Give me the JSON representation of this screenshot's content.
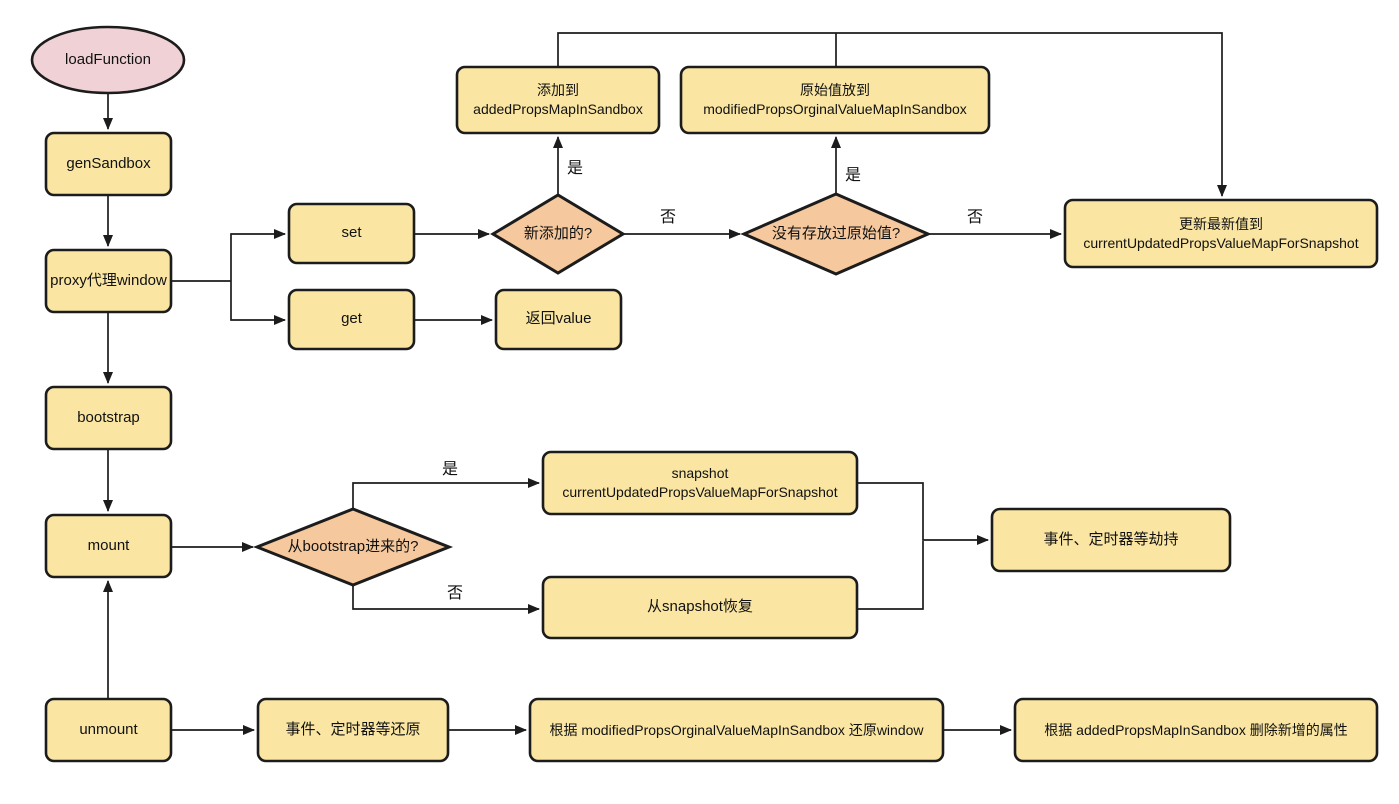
{
  "colors": {
    "background": "#FFFFFF",
    "process_fill": "#FAE6A2",
    "decision_fill": "#F5C89D",
    "terminal_fill": "#F0D2D6",
    "line": "#1C1C1C"
  },
  "nodes": {
    "load_function": "loadFunction",
    "gen_sandbox": "genSandbox",
    "proxy_window": "proxy代理window",
    "set": "set",
    "get": "get",
    "return_value": "返回value",
    "add_to_added_props": "添加到\naddedPropsMapInSandbox",
    "save_original_value": "原始值放到\nmodifiedPropsOrginalValueMapInSandbox",
    "update_latest_value": "更新最新值到\ncurrentUpdatedPropsValueMapForSnapshot",
    "is_newly_added": "新添加的?",
    "original_not_stored": "没有存放过原始值?",
    "bootstrap": "bootstrap",
    "mount": "mount",
    "from_bootstrap": "从bootstrap进来的?",
    "snapshot_current": "snapshot\ncurrentUpdatedPropsValueMapForSnapshot",
    "restore_from_snapshot": "从snapshot恢复",
    "hijack_events": "事件、定时器等劫持",
    "unmount": "unmount",
    "restore_events": "事件、定时器等还原",
    "restore_window": "根据 modifiedPropsOrginalValueMapInSandbox 还原window",
    "delete_added_props": "根据 addedPropsMapInSandbox 删除新增的属性"
  },
  "edge_labels": {
    "is_newly_added_yes": "是",
    "is_newly_added_no": "否",
    "original_not_stored_yes": "是",
    "original_not_stored_no": "否",
    "from_bootstrap_yes": "是",
    "from_bootstrap_no": "否"
  }
}
